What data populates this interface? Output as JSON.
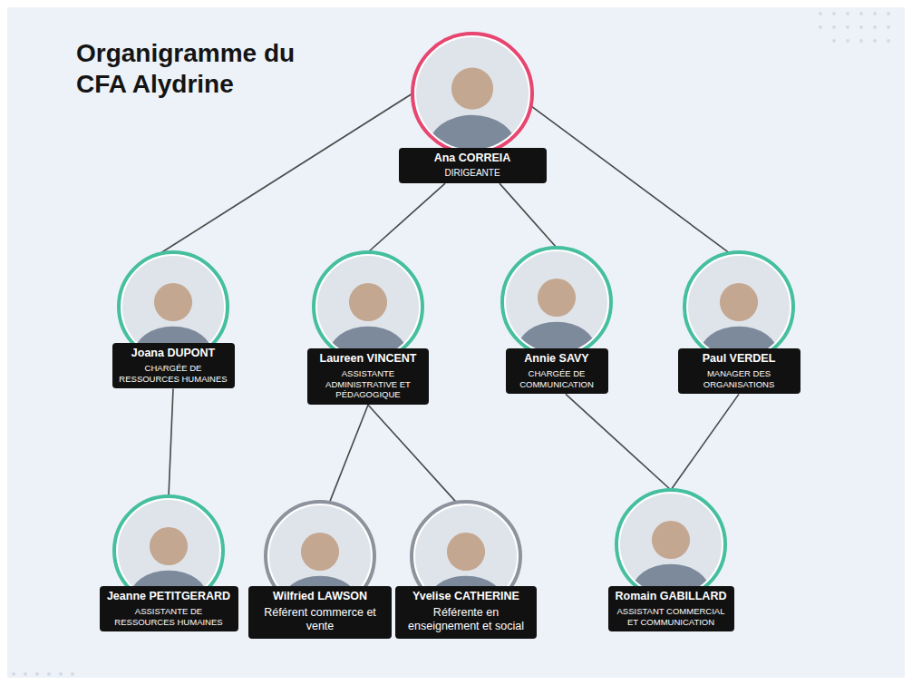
{
  "diagram": {
    "title": "Organigramme du CFA Alydrine",
    "nodes": [
      {
        "text": [
          "Ana CORREIA",
          "DIRIGEANTE"
        ]
      },
      {
        "text": [
          "Joana DUPONT",
          "CHARGÉE DE RESSOURCES HUMAINES"
        ]
      },
      {
        "text": [
          "Laureen VINCENT",
          "ASSISTANTE ADMINISTRATIVE ET PÉDAGOGIQUE"
        ]
      },
      {
        "text": [
          "Annie SAVY",
          "CHARGÉE DE COMMUNICATION"
        ]
      },
      {
        "text": [
          "Paul VERDEL",
          "MANAGER DES ORGANISATIONS"
        ]
      },
      {
        "text": [
          "Jeanne PETITGERARD",
          "ASSISTANTE DE RESSOURCES HUMAINES"
        ]
      },
      {
        "text": [
          "Wilfried LAWSON",
          "Référent commerce et vente"
        ]
      },
      {
        "text": [
          "Yvelise CATHERINE",
          "Référente en enseignement et social"
        ]
      },
      {
        "text": [
          "Romain GABILLARD",
          "ASSISTANT COMMERCIAL ET COMMUNICATION"
        ]
      }
    ],
    "edges": [
      {
        "from": 0,
        "to": 1,
        "arrow": "none"
      },
      {
        "from": 0,
        "to": 2,
        "arrow": "none"
      },
      {
        "from": 0,
        "to": 3,
        "arrow": "none"
      },
      {
        "from": 0,
        "to": 4,
        "arrow": "none"
      },
      {
        "from": 1,
        "to": 5,
        "arrow": "none"
      },
      {
        "from": 2,
        "to": 6,
        "arrow": "none"
      },
      {
        "from": 2,
        "to": 7,
        "arrow": "none"
      },
      {
        "from": 3,
        "to": 8,
        "arrow": "none"
      },
      {
        "from": 4,
        "to": 8,
        "arrow": "none"
      }
    ]
  }
}
